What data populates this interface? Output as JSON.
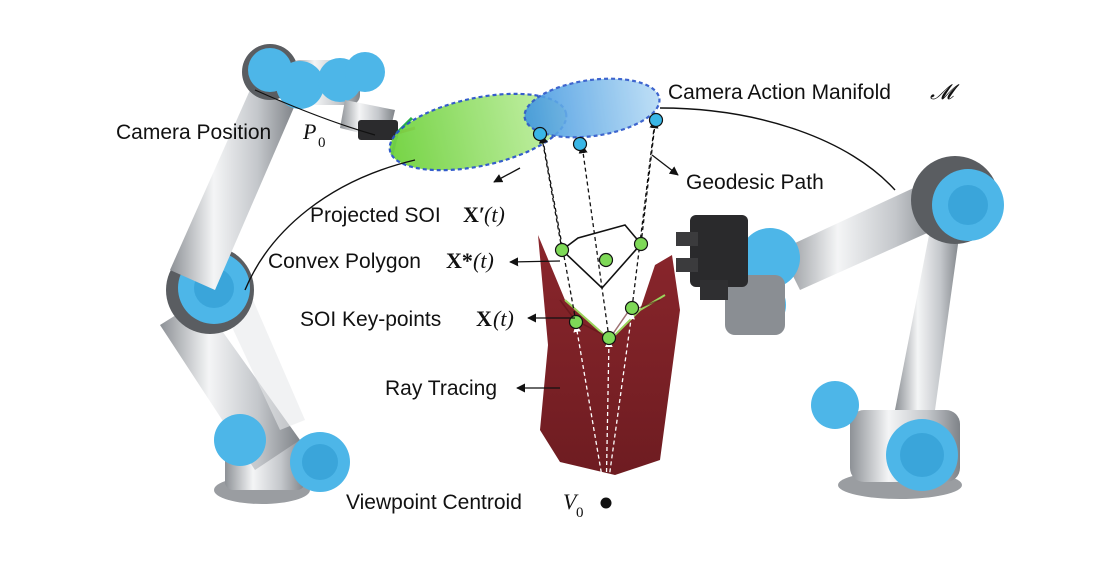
{
  "labels": {
    "camera_action_manifold": "Camera Action Manifold",
    "manifold_symbol": "𝓜",
    "camera_position": "Camera Position",
    "camera_position_sym": "P",
    "camera_position_sub": "0",
    "geodesic_path": "Geodesic Path",
    "projected_soi": "Projected SOI",
    "projected_soi_sym": "X′",
    "projected_soi_arg": "(t)",
    "convex_polygon": "Convex Polygon",
    "convex_polygon_sym": "X*",
    "convex_polygon_arg": "(t)",
    "soi_keypoints": "SOI Key-points",
    "soi_keypoints_sym": "X",
    "soi_keypoints_arg": "(t)",
    "ray_tracing": "Ray Tracing",
    "viewpoint_centroid": "Viewpoint Centroid",
    "viewpoint_sym": "V",
    "viewpoint_sub": "0"
  },
  "colors": {
    "robot_accent": "#4db6e8",
    "robot_metal": "#c9ccd0",
    "cloth": "#7e2227",
    "manifold_green": "#7cd64a",
    "manifold_blue": "#4fa3e8",
    "keypoint_green": "#7ed957",
    "keypoint_cyan": "#39b6e6"
  }
}
